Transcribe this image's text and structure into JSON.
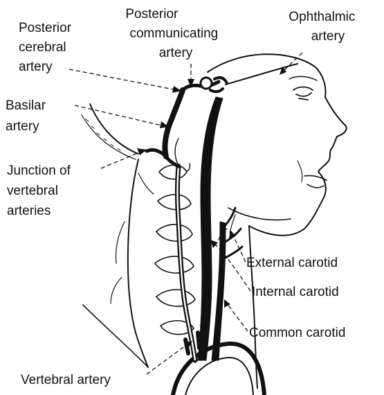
{
  "labels": {
    "posterior_communicating": [
      "Posterior",
      "communicating",
      "artery"
    ],
    "ophthalmic": [
      "Ophthalmic",
      "artery"
    ],
    "posterior_cerebral": [
      "Posterior",
      "cerebral",
      "artery"
    ],
    "basilar": [
      "Basilar",
      "artery"
    ],
    "junction_vertebral": [
      "Junction of",
      "vertebral",
      "arteries"
    ],
    "external_carotid": "External carotid",
    "internal_carotid": "Internal carotid",
    "common_carotid": "Common carotid",
    "vertebral_artery": "Vertebral artery"
  }
}
